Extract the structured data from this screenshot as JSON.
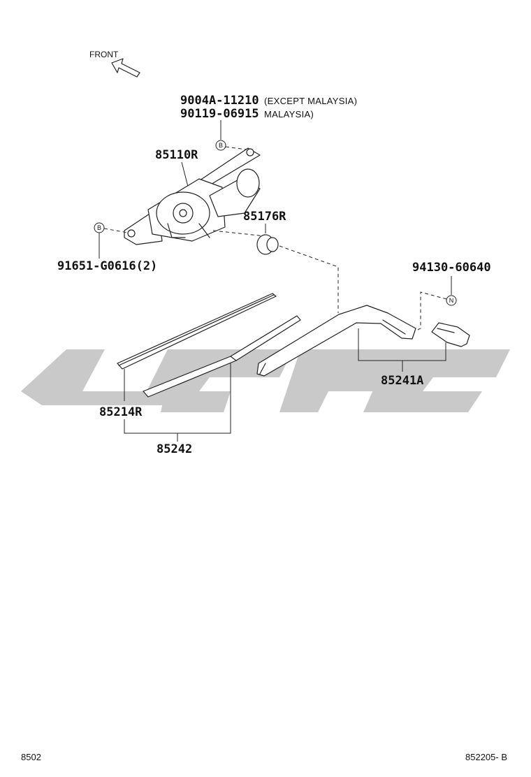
{
  "front_label": "FRONT",
  "parts": {
    "bolt_except_malaysia_pn": "9004A-11210",
    "bolt_except_malaysia_note": "(EXCEPT MALAYSIA)",
    "bolt_malaysia_pn": "90119-06915",
    "bolt_malaysia_note": "MALAYSIA)",
    "motor": "85110R",
    "cap": "85176R",
    "bolt_bottom": "91651-G0616(2)",
    "nut": "94130-60640",
    "blade_rubber": "85214R",
    "blade_assy": "85242",
    "arm": "85241A"
  },
  "callouts": {
    "b_top": "B",
    "b_left": "B",
    "n": "N"
  },
  "footer": {
    "left": "8502",
    "right": "852205- B"
  },
  "colors": {
    "line": "#222222",
    "watermark": "#c9c9c9"
  }
}
